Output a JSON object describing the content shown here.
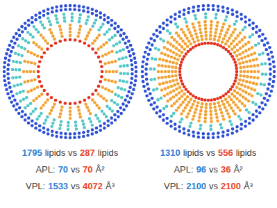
{
  "diagram": {
    "labels": [
      "1795",
      "lipids vs",
      "287",
      "lipids",
      "1310",
      "lipids vs",
      "556",
      "lipids",
      "APL:",
      "70",
      "vs",
      "70",
      "Å²",
      "APL:",
      "96",
      "vs",
      "36",
      "Å²",
      "VPL:",
      "1533",
      "vs",
      "4072",
      "Å³",
      "VPL:",
      "2100",
      "vs",
      "2100",
      "Å³"
    ]
  }
}
